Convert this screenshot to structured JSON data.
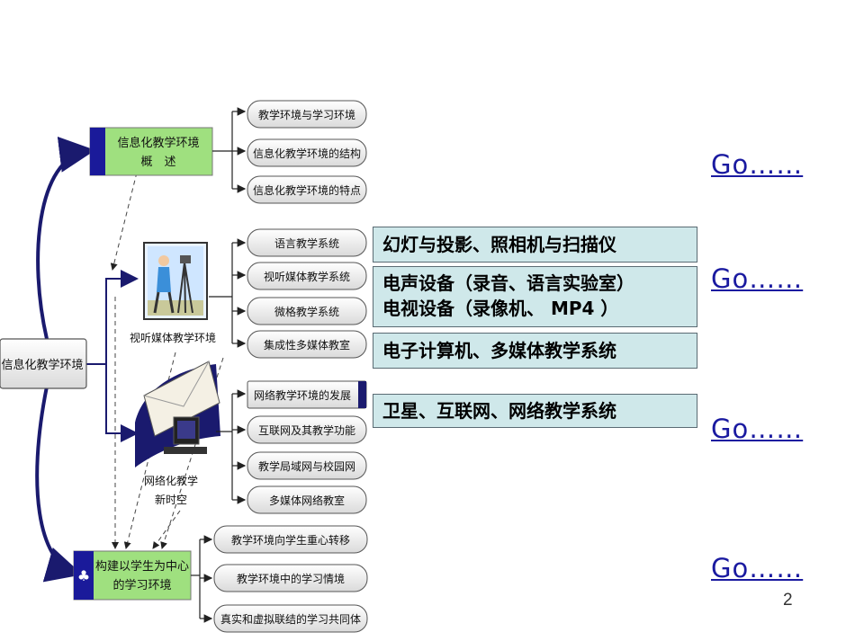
{
  "root": {
    "label": "信息化教学环境"
  },
  "overview": {
    "line1": "信息化教学环境",
    "line2": "概　述",
    "children": [
      "教学环境与学习环境",
      "信息化教学环境的结构",
      "信息化教学环境的特点"
    ]
  },
  "av_media": {
    "caption": "视听媒体教学环境",
    "children": [
      "语言教学系统",
      "视听媒体教学系统",
      "微格教学系统",
      "集成性多媒体教室"
    ]
  },
  "network": {
    "caption_line1": "网络化教学",
    "caption_line2": "新时空",
    "children": [
      "网络教学环境的发展",
      "互联网及其教学功能",
      "教学局域网与校园网",
      "多媒体网络教室"
    ]
  },
  "student_center": {
    "line1": "构建以学生为中心",
    "line2": "的学习环境",
    "children": [
      "教学环境向学生重心转移",
      "教学环境中的学习情境",
      "真实和虚拟联结的学习共同体"
    ]
  },
  "callouts": {
    "c1": "幻灯与投影、照相机与扫描仪",
    "c2_line1": "电声设备（录音、语言实验室）",
    "c2_line2": "电视设备（录像机、 MP4 ）",
    "c3": "电子计算机、多媒体教学系统",
    "c4": "卫星、互联网、网络教学系统"
  },
  "links": [
    "Go……",
    "Go……",
    "Go……",
    "Go……"
  ],
  "page_number": "2",
  "colors": {
    "node_green": "#9fe07f",
    "node_blue_bar": "#1a1a9a",
    "pill_fill": "#f2f2f2",
    "callout_fill": "#cfe8ea",
    "arrow_navy": "#1a1a6e",
    "link_blue": "#1a1aa0"
  }
}
